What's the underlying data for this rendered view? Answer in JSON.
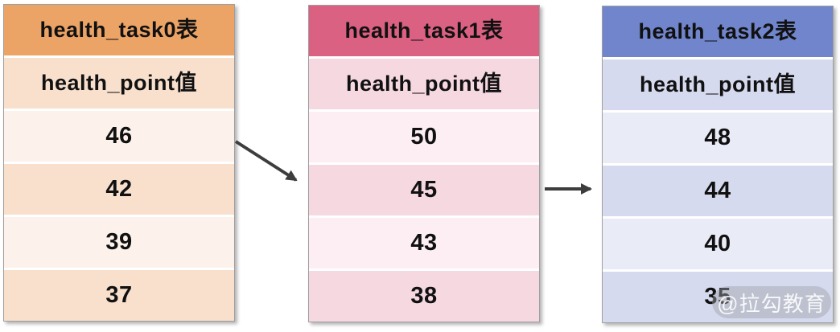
{
  "tables": [
    {
      "title": "health_task0表",
      "field_header": "health_point值",
      "values": [
        "46",
        "42",
        "39",
        "37"
      ],
      "colors": {
        "header": "#eca366",
        "row_dark": "#f8e0cd",
        "row_light": "#fcf2eb"
      }
    },
    {
      "title": "health_task1表",
      "field_header": "health_point值",
      "values": [
        "50",
        "45",
        "43",
        "38"
      ],
      "colors": {
        "header": "#db6183",
        "row_dark": "#f6d8e1",
        "row_light": "#fceef2"
      }
    },
    {
      "title": "health_task2表",
      "field_header": "health_point值",
      "values": [
        "48",
        "44",
        "40",
        "35"
      ],
      "colors": {
        "header": "#7085cb",
        "row_dark": "#d6daee",
        "row_light": "#e9ecf7"
      }
    }
  ],
  "arrows": [
    {
      "name": "task0-to-task1",
      "color": "#3d3d3d"
    },
    {
      "name": "task1-to-task2",
      "color": "#3d3d3d"
    }
  ],
  "watermark": {
    "text": "@拉勾教育"
  }
}
